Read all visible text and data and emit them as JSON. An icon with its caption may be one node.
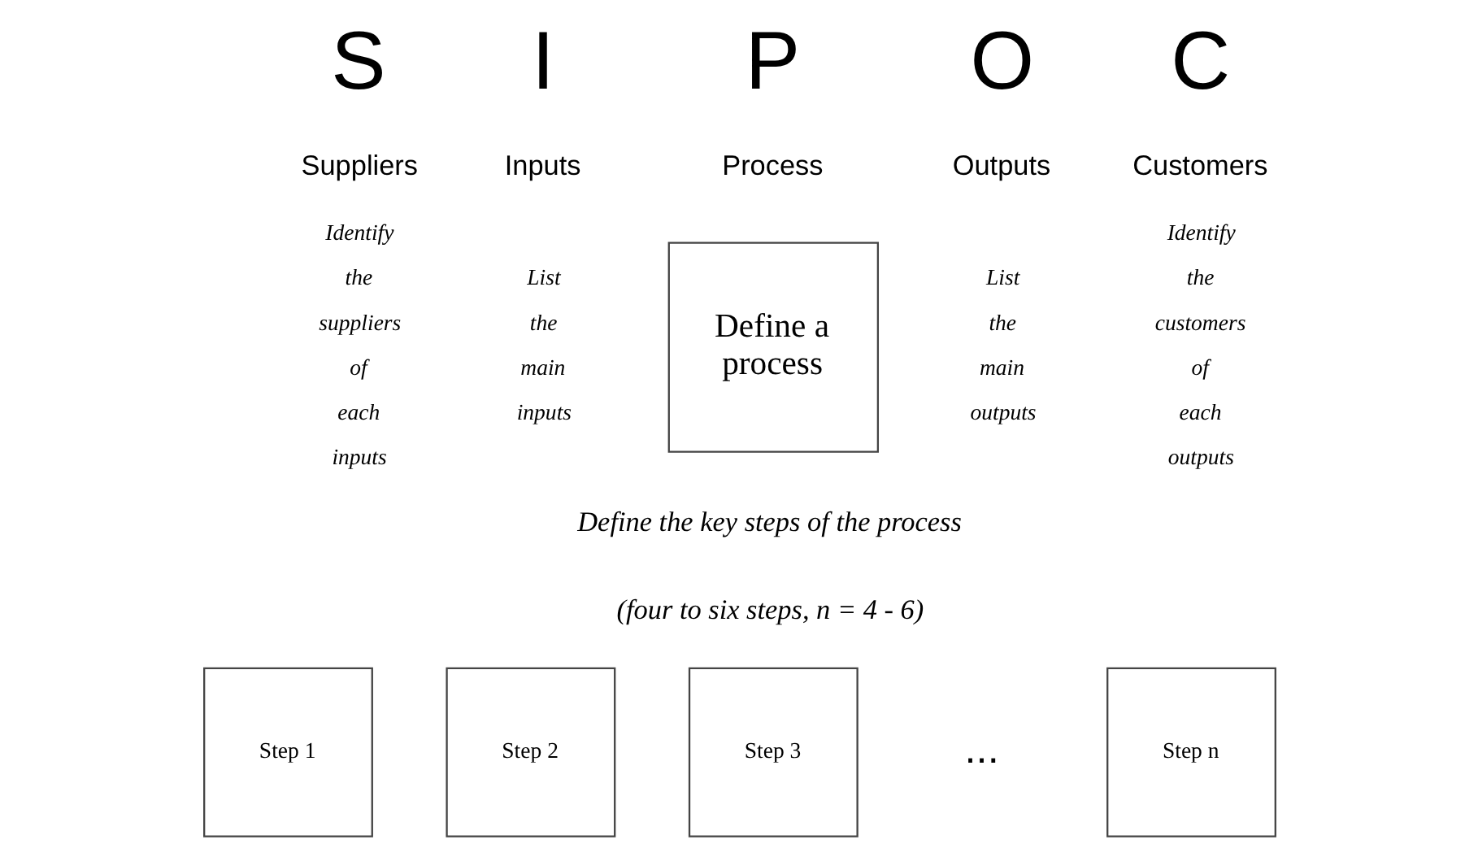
{
  "diagram": {
    "nodes": [
      {
        "text": [
          "Define a process"
        ]
      },
      {
        "text": [
          "Step 1"
        ]
      },
      {
        "text": [
          "Step 2"
        ]
      },
      {
        "text": [
          "Step 3"
        ]
      },
      {
        "text": [
          "Step n"
        ]
      }
    ],
    "labels": [
      "S",
      "I",
      "P",
      "O",
      "C",
      "Suppliers",
      "Inputs",
      "Process",
      "Outputs",
      "Customers",
      "Identify the suppliers of each inputs",
      "List the main inputs",
      "List the main outputs",
      "Identify the customers of each outputs",
      "Define the key steps of the process",
      "(four to six steps, n = 4 - 6)",
      "..."
    ]
  }
}
